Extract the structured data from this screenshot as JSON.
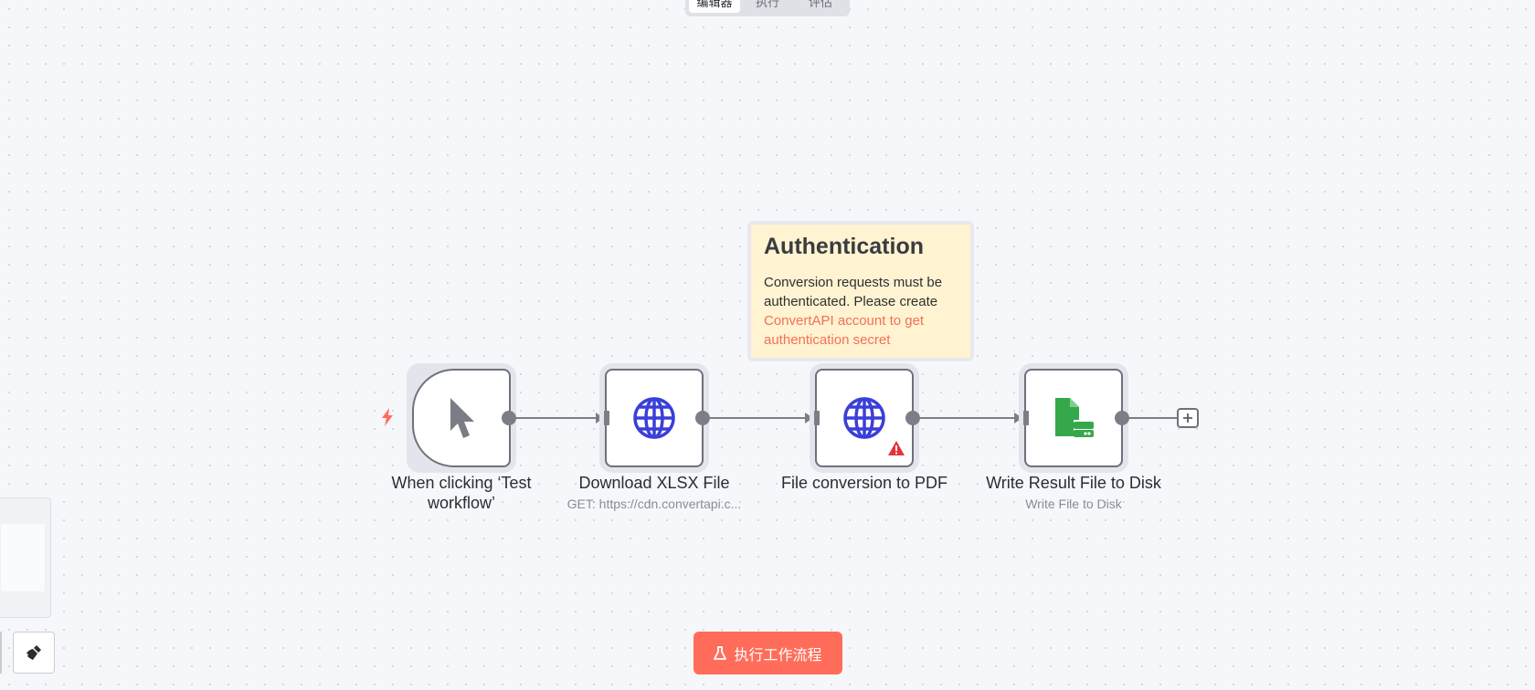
{
  "tabs": [
    {
      "label": "编辑器",
      "active": true
    },
    {
      "label": "执行",
      "active": false
    },
    {
      "label": "评估",
      "active": false
    }
  ],
  "sticky_note": {
    "title": "Authentication",
    "body": "Conversion requests must be authenticated. Please create",
    "link_text": "ConvertAPI account to get authentication secret"
  },
  "nodes": [
    {
      "title": "When clicking ‘Test workflow’",
      "subtitle": "",
      "icon": "cursor-icon"
    },
    {
      "title": "Download XLSX File",
      "subtitle": "GET: https://cdn.convertapi.c...",
      "icon": "globe-icon"
    },
    {
      "title": "File conversion to PDF",
      "subtitle": "",
      "icon": "globe-icon",
      "warning": true
    },
    {
      "title": "Write Result File to Disk",
      "subtitle": "Write File to Disk",
      "icon": "file-write-icon"
    }
  ],
  "execute_button": {
    "label": "执行工作流程"
  },
  "colors": {
    "accent": "#ff6d5a",
    "sticky_bg": "#fff3d1",
    "link": "#f3705a",
    "globe": "#3b3fd8",
    "file_icon": "#35a84a",
    "warning": "#e5333b"
  }
}
